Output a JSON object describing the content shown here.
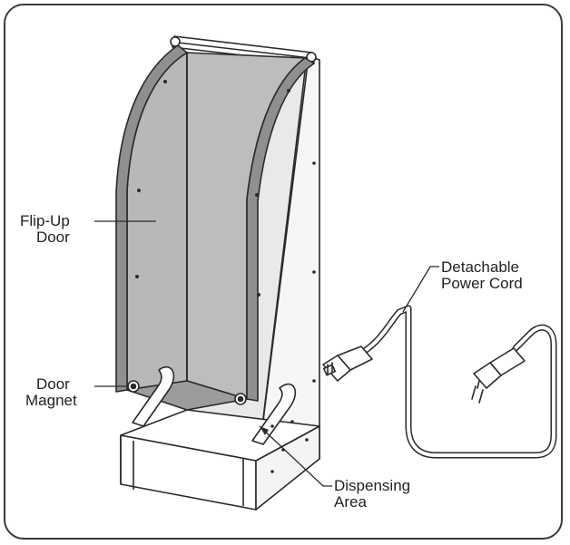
{
  "labels": {
    "flip_up_door": [
      "Flip-Up",
      "Door"
    ],
    "door_magnet": [
      "Door",
      "Magnet"
    ],
    "detachable_power_cord": [
      "Detachable",
      "Power Cord"
    ],
    "dispensing_area": [
      "Dispensing",
      "Area"
    ]
  },
  "colors": {
    "line": "#2a2a2a",
    "panel_fill": "#b9b9b9",
    "panel_dark": "#9a9a9a",
    "body_fill": "#ffffff",
    "side_fill": "#f4f4f4"
  }
}
